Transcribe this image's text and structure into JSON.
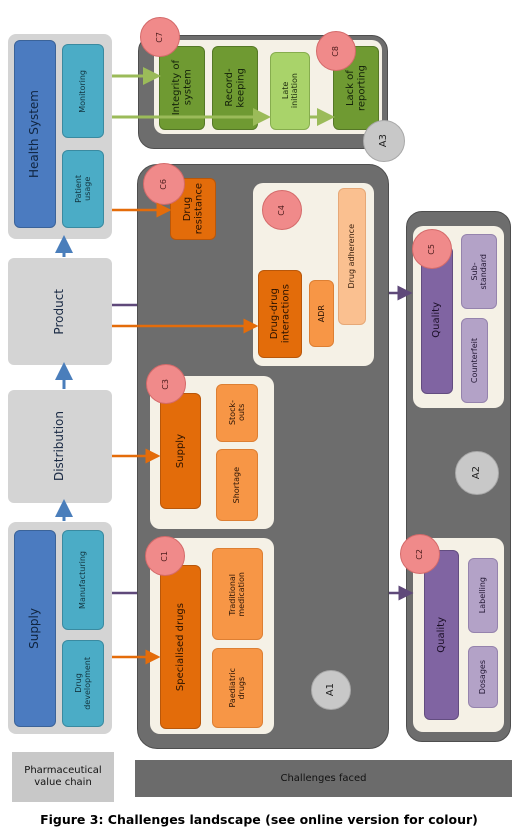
{
  "value_chain": {
    "health_system": "Health System",
    "monitoring": "Monitoring",
    "patient_usage": "Patient\nusage",
    "product": "Product",
    "distribution": "Distribution",
    "supply": "Supply",
    "manufacturing": "Manufacturing",
    "drug_development": "Drug\ndevelopment"
  },
  "areas": {
    "a1": "A1",
    "a2": "A2",
    "a3": "A3"
  },
  "challenges": {
    "c1": {
      "id": "C1",
      "main": "Specialised drugs",
      "items": [
        "Traditional\nmedication",
        "Paediatric\ndrugs"
      ]
    },
    "c2": {
      "id": "C2",
      "main": "Quality",
      "items": [
        "Labelling",
        "Dosages"
      ]
    },
    "c3": {
      "id": "C3",
      "main": "Supply",
      "items": [
        "Stock-\nouts",
        "Shortage"
      ]
    },
    "c4": {
      "id": "C4",
      "main": "Drug-drug\ninteractions",
      "items": [
        "ADR",
        "Drug adherence"
      ]
    },
    "c5": {
      "id": "C5",
      "main": "Quality",
      "items": [
        "Sub-\nstandard",
        "Counterfeit"
      ]
    },
    "c6": {
      "id": "C6",
      "main": "Drug\nresistance"
    },
    "c7": {
      "id": "C7",
      "items": [
        "Integrity of\nsystem",
        "Record-\nkeeping"
      ]
    },
    "c8": {
      "id": "C8",
      "items": [
        "Late\ninitiation",
        "Lack of\nreporting"
      ]
    }
  },
  "footer": {
    "value_chain_label": "Pharmaceutical\nvalue chain",
    "challenges_label": "Challenges faced"
  },
  "caption": "Figure 3: Challenges landscape (see online version for colour)",
  "colors": {
    "chain_blue": "#4b7bc0",
    "chain_teal": "#4bacc6",
    "arrow_orange": "#e46c0a",
    "arrow_purple": "#5f497a",
    "arrow_green": "#9bbb59",
    "arrow_blue": "#4a7ebb"
  }
}
